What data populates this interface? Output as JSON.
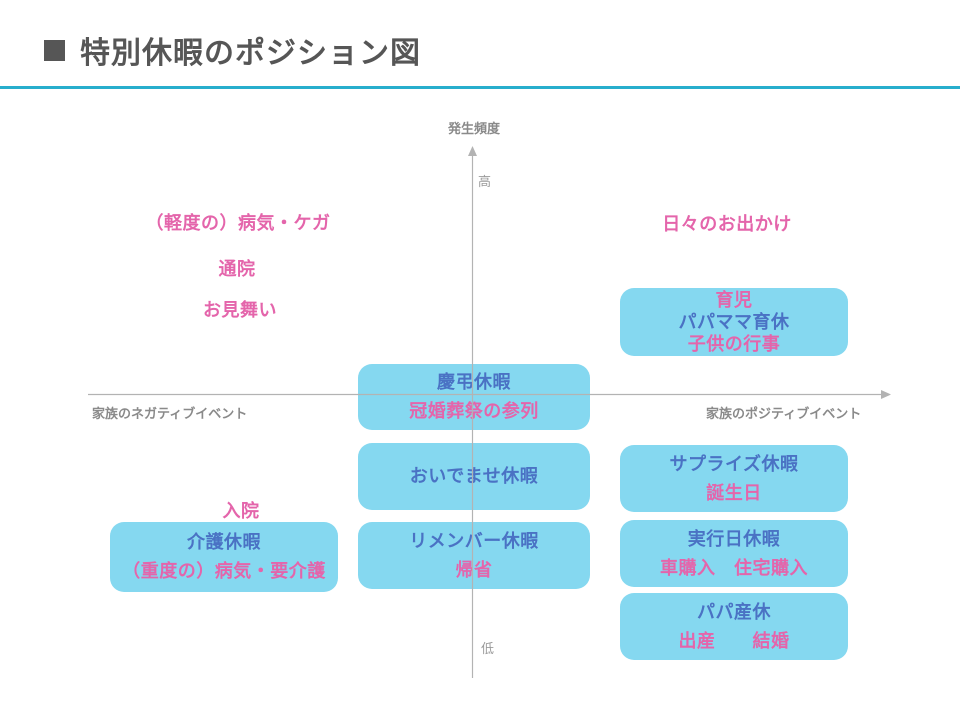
{
  "title": {
    "bullet": "square-bullet",
    "text": "特別休暇のポジション図"
  },
  "colors": {
    "title_gray": "#565656",
    "accent_teal": "#28aecd",
    "box_fill": "#85d8f0",
    "pink_text": "#e465ab",
    "blue_text": "#4a72c4",
    "axis_gray": "#b3b3b3"
  },
  "axes": {
    "y_title": "発生頻度",
    "y_high": "高",
    "y_low": "低",
    "x_left": "家族のネガティブイベント",
    "x_right": "家族のポジティブイベント"
  },
  "floating_labels": [
    {
      "text": "（軽度の）病気・ケガ"
    },
    {
      "text": "通院"
    },
    {
      "text": "お見舞い"
    },
    {
      "text": "日々のお出かけ"
    },
    {
      "text": "入院"
    }
  ],
  "boxes": [
    {
      "name": "childcare-leave",
      "lines": [
        {
          "text": "育児",
          "color": "pink"
        },
        {
          "text": "パパママ育休",
          "color": "blue"
        },
        {
          "text": "子供の行事",
          "color": "pink"
        }
      ]
    },
    {
      "name": "condolence-leave",
      "lines": [
        {
          "text": "慶弔休暇",
          "color": "blue"
        },
        {
          "text": "冠婚葬祭の参列",
          "color": "pink"
        }
      ]
    },
    {
      "name": "oidemase-leave",
      "lines": [
        {
          "text": "おいでませ休暇",
          "color": "blue"
        }
      ]
    },
    {
      "name": "surprise-leave",
      "lines": [
        {
          "text": "サプライズ休暇",
          "color": "blue"
        },
        {
          "text": "誕生日",
          "color": "pink"
        }
      ]
    },
    {
      "name": "remember-leave",
      "lines": [
        {
          "text": "リメンバー休暇",
          "color": "blue"
        },
        {
          "text": "帰省",
          "color": "pink"
        }
      ]
    },
    {
      "name": "care-leave",
      "lines": [
        {
          "text": "介護休暇",
          "color": "blue"
        },
        {
          "text": "（重度の）病気・要介護",
          "color": "pink"
        }
      ]
    },
    {
      "name": "execution-day-leave",
      "lines": [
        {
          "text": "実行日休暇",
          "color": "blue"
        },
        {
          "text": "車購入　住宅購入",
          "color": "pink"
        }
      ]
    },
    {
      "name": "papa-paternity-leave",
      "lines": [
        {
          "text": "パパ産休",
          "color": "blue"
        },
        {
          "text": "出産　　結婚",
          "color": "pink"
        }
      ]
    }
  ]
}
